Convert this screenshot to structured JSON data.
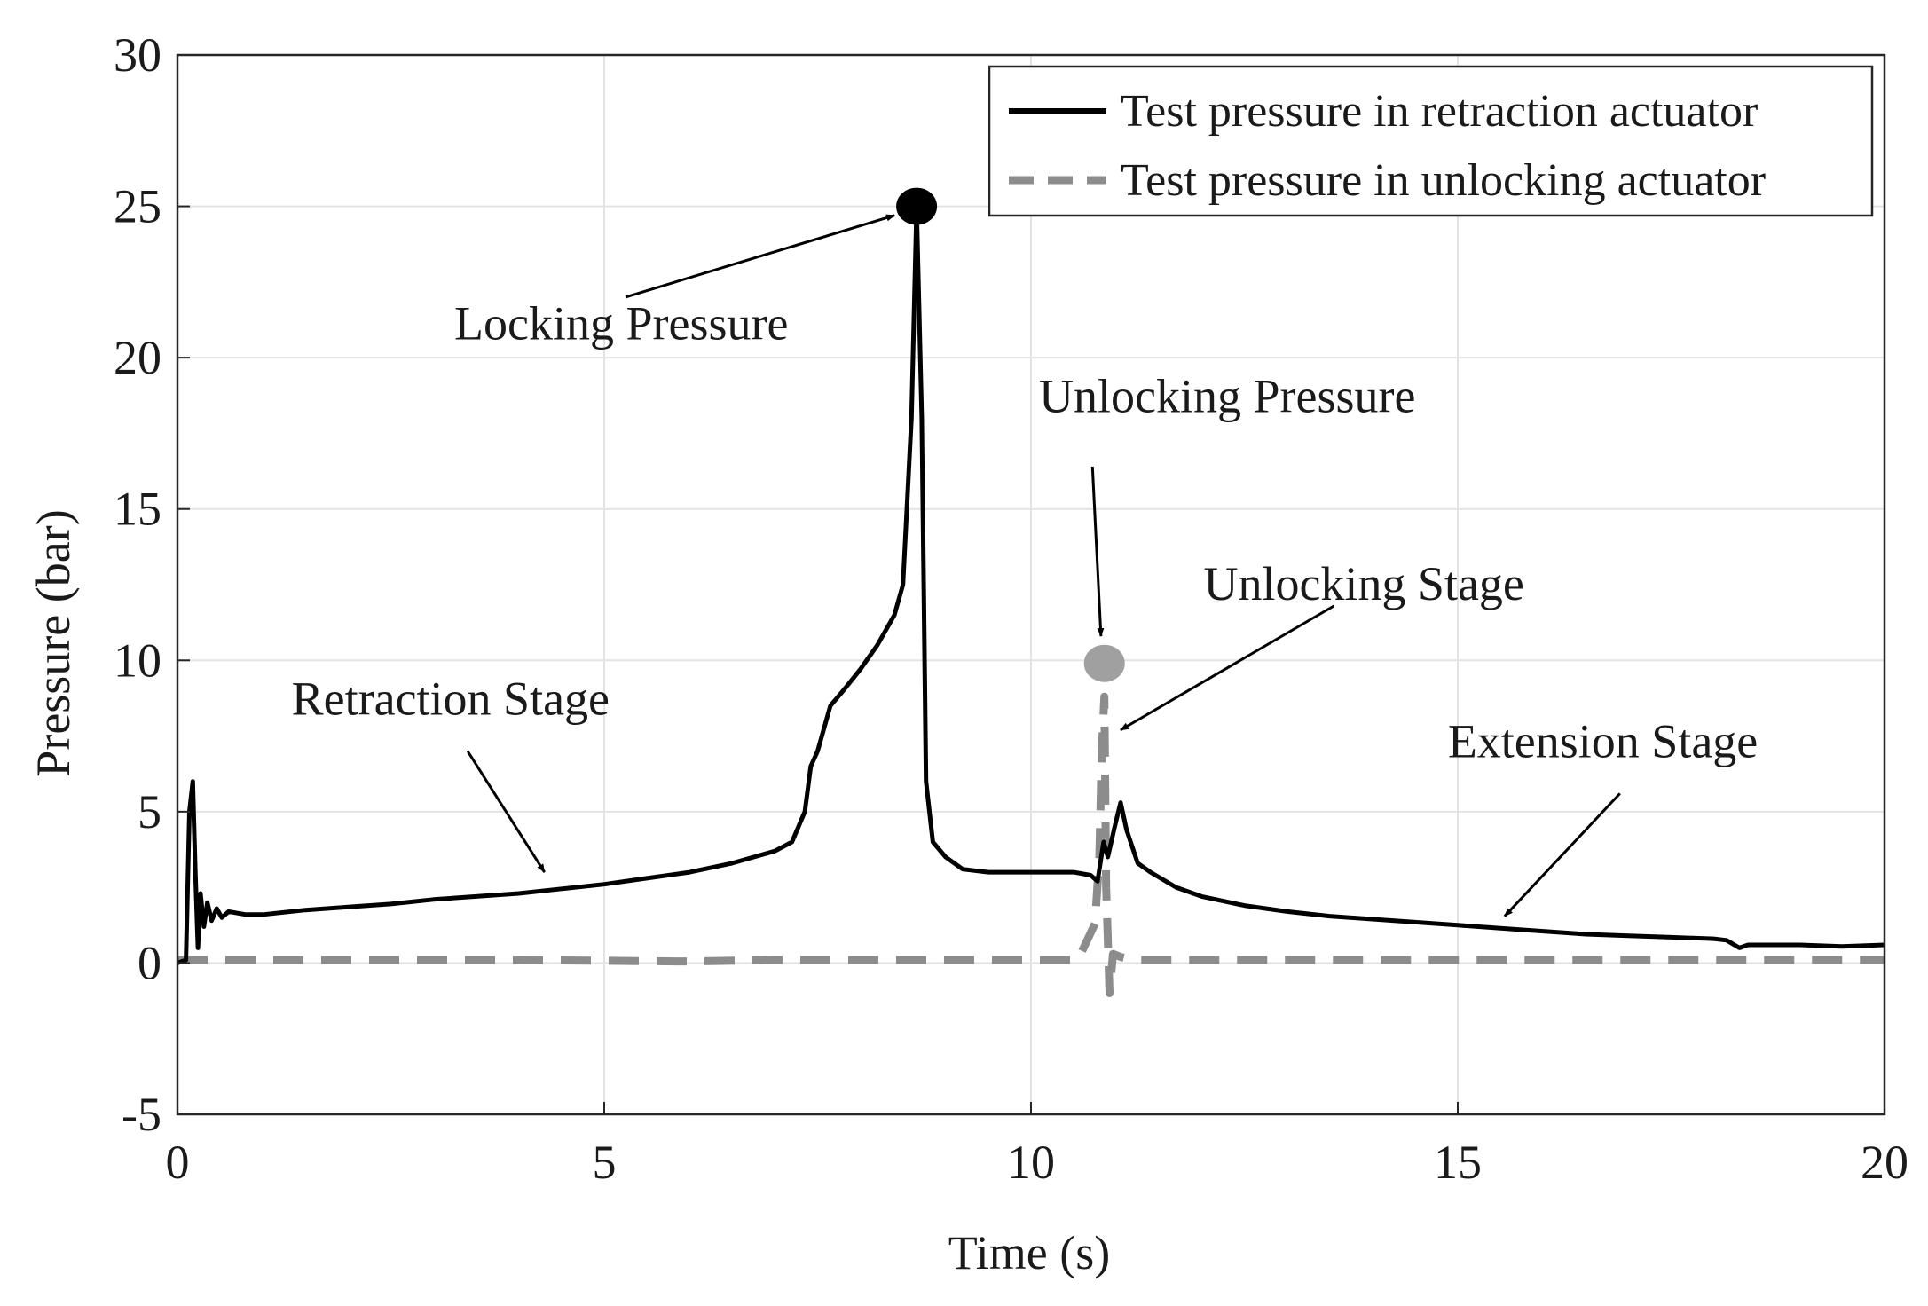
{
  "chart_data": {
    "type": "line",
    "xlabel": "Time (s)",
    "ylabel": "Pressure (bar)",
    "xlim": [
      0,
      20
    ],
    "ylim": [
      -5,
      30
    ],
    "xticks": [
      "0",
      "5",
      "10",
      "15",
      "20"
    ],
    "yticks": [
      "-5",
      "0",
      "5",
      "10",
      "15",
      "20",
      "25",
      "30"
    ],
    "grid": true,
    "legend_position": "top-right",
    "series": [
      {
        "name": "Test pressure in retraction actuator",
        "style": "solid",
        "color": "#000000",
        "points": [
          [
            0.0,
            0.0
          ],
          [
            0.1,
            0.1
          ],
          [
            0.14,
            5.0
          ],
          [
            0.18,
            6.0
          ],
          [
            0.21,
            3.0
          ],
          [
            0.24,
            0.5
          ],
          [
            0.27,
            2.3
          ],
          [
            0.31,
            1.2
          ],
          [
            0.35,
            2.0
          ],
          [
            0.4,
            1.4
          ],
          [
            0.46,
            1.8
          ],
          [
            0.52,
            1.5
          ],
          [
            0.6,
            1.7
          ],
          [
            0.8,
            1.6
          ],
          [
            1.0,
            1.6
          ],
          [
            1.5,
            1.75
          ],
          [
            2.0,
            1.85
          ],
          [
            2.5,
            1.95
          ],
          [
            3.0,
            2.1
          ],
          [
            3.5,
            2.2
          ],
          [
            4.0,
            2.3
          ],
          [
            4.5,
            2.45
          ],
          [
            5.0,
            2.6
          ],
          [
            5.5,
            2.8
          ],
          [
            6.0,
            3.0
          ],
          [
            6.5,
            3.3
          ],
          [
            7.0,
            3.7
          ],
          [
            7.2,
            4.0
          ],
          [
            7.35,
            5.0
          ],
          [
            7.42,
            6.5
          ],
          [
            7.5,
            7.0
          ],
          [
            7.65,
            8.5
          ],
          [
            7.8,
            9.0
          ],
          [
            8.0,
            9.7
          ],
          [
            8.2,
            10.5
          ],
          [
            8.4,
            11.5
          ],
          [
            8.5,
            12.5
          ],
          [
            8.6,
            18.0
          ],
          [
            8.66,
            25.0
          ],
          [
            8.72,
            18.0
          ],
          [
            8.77,
            6.0
          ],
          [
            8.85,
            4.0
          ],
          [
            9.0,
            3.5
          ],
          [
            9.2,
            3.1
          ],
          [
            9.5,
            3.0
          ],
          [
            10.0,
            3.0
          ],
          [
            10.5,
            3.0
          ],
          [
            10.7,
            2.9
          ],
          [
            10.78,
            2.7
          ],
          [
            10.85,
            4.0
          ],
          [
            10.9,
            3.5
          ],
          [
            10.98,
            4.5
          ],
          [
            11.05,
            5.3
          ],
          [
            11.12,
            4.4
          ],
          [
            11.25,
            3.3
          ],
          [
            11.4,
            3.0
          ],
          [
            11.7,
            2.5
          ],
          [
            12.0,
            2.2
          ],
          [
            12.5,
            1.9
          ],
          [
            13.0,
            1.7
          ],
          [
            13.5,
            1.55
          ],
          [
            14.0,
            1.45
          ],
          [
            14.5,
            1.35
          ],
          [
            15.0,
            1.25
          ],
          [
            15.5,
            1.15
          ],
          [
            16.0,
            1.05
          ],
          [
            16.5,
            0.95
          ],
          [
            17.0,
            0.9
          ],
          [
            17.5,
            0.85
          ],
          [
            18.0,
            0.8
          ],
          [
            18.15,
            0.75
          ],
          [
            18.3,
            0.5
          ],
          [
            18.4,
            0.6
          ],
          [
            19.0,
            0.6
          ],
          [
            19.5,
            0.55
          ],
          [
            20.0,
            0.6
          ]
        ]
      },
      {
        "name": "Test pressure in unlocking actuator",
        "style": "dashed",
        "color": "#8c8c8c",
        "points": [
          [
            0.0,
            0.1
          ],
          [
            1.0,
            0.1
          ],
          [
            4.0,
            0.1
          ],
          [
            6.0,
            0.05
          ],
          [
            7.0,
            0.1
          ],
          [
            8.0,
            0.1
          ],
          [
            9.0,
            0.1
          ],
          [
            10.0,
            0.1
          ],
          [
            10.55,
            0.1
          ],
          [
            10.65,
            0.7
          ],
          [
            10.75,
            1.3
          ],
          [
            10.8,
            3.5
          ],
          [
            10.83,
            7.0
          ],
          [
            10.86,
            8.8
          ],
          [
            10.88,
            2.5
          ],
          [
            10.92,
            -1.0
          ],
          [
            10.96,
            0.3
          ],
          [
            11.05,
            0.2
          ],
          [
            11.2,
            0.1
          ],
          [
            12.0,
            0.1
          ],
          [
            15.0,
            0.1
          ],
          [
            18.0,
            0.1
          ],
          [
            20.0,
            0.1
          ]
        ]
      }
    ],
    "markers": [
      {
        "x": 8.66,
        "y": 25.0,
        "color": "#000000"
      },
      {
        "x": 10.86,
        "y": 9.9,
        "color": "#a0a0a0"
      }
    ],
    "annotations": [
      {
        "text": "Locking Pressure",
        "text_x": 5.2,
        "text_y": 20.6,
        "arrow_from": [
          5.25,
          22.0
        ],
        "arrow_to": [
          8.4,
          24.7
        ]
      },
      {
        "text": "Unlocking Pressure",
        "text_x": 12.3,
        "text_y": 18.2,
        "arrow_from": [
          10.72,
          16.4
        ],
        "arrow_to": [
          10.82,
          10.8
        ]
      },
      {
        "text": "Unlocking Stage",
        "text_x": 13.9,
        "text_y": 12.0,
        "arrow_from": [
          13.55,
          11.8
        ],
        "arrow_to": [
          11.05,
          7.7
        ]
      },
      {
        "text": "Retraction Stage",
        "text_x": 3.2,
        "text_y": 8.2,
        "arrow_from": [
          3.4,
          7.0
        ],
        "arrow_to": [
          4.3,
          3.0
        ]
      },
      {
        "text": "Extension Stage",
        "text_x": 16.7,
        "text_y": 6.8,
        "arrow_from": [
          16.9,
          5.6
        ],
        "arrow_to": [
          15.55,
          1.55
        ]
      }
    ]
  }
}
